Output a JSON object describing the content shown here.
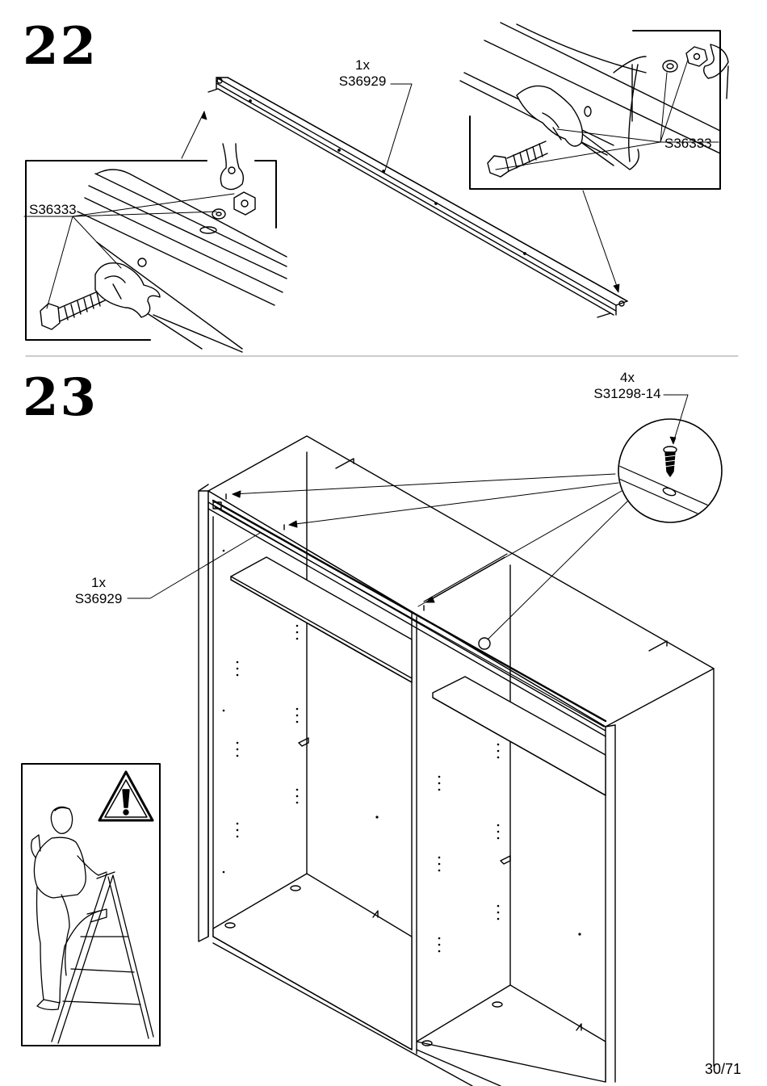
{
  "step22": {
    "number": "22",
    "rail_qty": "1x",
    "rail_code": "S36929",
    "bolt_code_left": "S36333",
    "bolt_code_right": "S36333"
  },
  "step23": {
    "number": "23",
    "screw_qty": "4x",
    "screw_code": "S31298-14",
    "rail_qty": "1x",
    "rail_code": "S36929"
  },
  "warning": {
    "icon": "exclamation-triangle-icon",
    "figure": "person-on-stepladder"
  },
  "page": {
    "number": "30/71"
  }
}
